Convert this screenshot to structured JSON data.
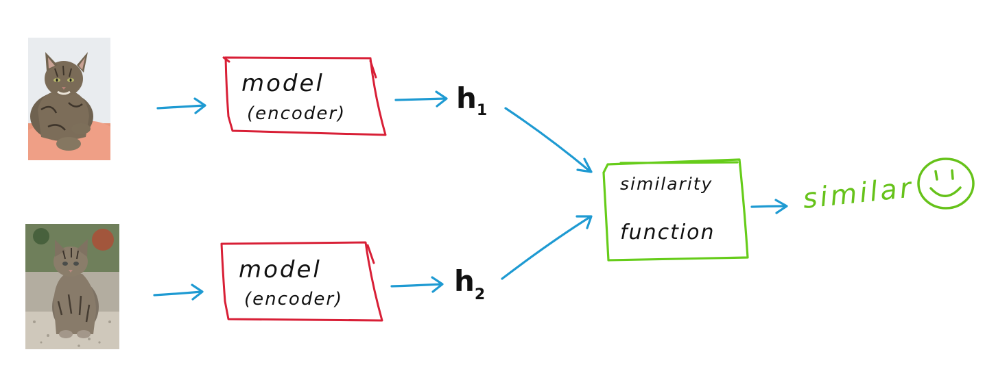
{
  "colors": {
    "arrow": "#1e9ad2",
    "encoder_box": "#d81f36",
    "similarity_box": "#66cc1a",
    "ink": "#111111",
    "result": "#66c21a"
  },
  "inputs": [
    {
      "name": "cat-photo",
      "icon": "adult-cat-photo"
    },
    {
      "name": "kitten-photo",
      "icon": "kitten-photo"
    }
  ],
  "encoders": [
    {
      "line1": "model",
      "line2": "(encoder)"
    },
    {
      "line1": "model",
      "line2": "(encoder)"
    }
  ],
  "embeddings": [
    {
      "base": "h",
      "subscript": "1"
    },
    {
      "base": "h",
      "subscript": "2"
    }
  ],
  "similarity": {
    "line1": "similarity",
    "line2": "function"
  },
  "result": {
    "label": "similar",
    "icon": "smiley-face-icon"
  }
}
